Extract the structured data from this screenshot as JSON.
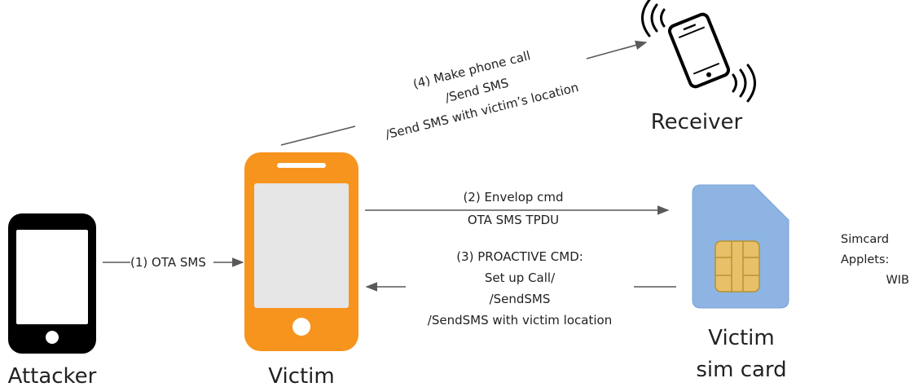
{
  "colors": {
    "attacker_phone": "#000000",
    "victim_phone": "#f7941d",
    "victim_screen": "#e6e6e6",
    "sim_card": "#8db4e2",
    "sim_chip": "#e8c06a",
    "receiver_phone": "#000000",
    "arrow": "#595959",
    "text": "#222222"
  },
  "nodes": {
    "attacker": {
      "label": "Attacker",
      "icon": "smartphone-icon"
    },
    "victim": {
      "label": "Victim",
      "icon": "smartphone-icon"
    },
    "receiver": {
      "label": "Receiver",
      "icon": "ringing-phone-icon"
    },
    "sim": {
      "label_line1": "Victim",
      "label_line2": "sim card",
      "icon": "sim-card-icon"
    }
  },
  "flows": {
    "step1": {
      "label": "(1) OTA SMS"
    },
    "step2": {
      "line1": "(2) Envelop cmd",
      "line2": "OTA SMS TPDU"
    },
    "step3": {
      "line1": "(3) PROACTIVE CMD:",
      "line2": "Set up Call/",
      "line3": "/SendSMS",
      "line4": "/SendSMS with victim location"
    },
    "step4": {
      "line1": "(4) Make phone call",
      "line2": "/Send SMS",
      "line3": "/Send SMS with victim’s location"
    }
  },
  "sim_note": {
    "line1": "Simcard",
    "line2": "Applets:",
    "line3": "WIB"
  }
}
